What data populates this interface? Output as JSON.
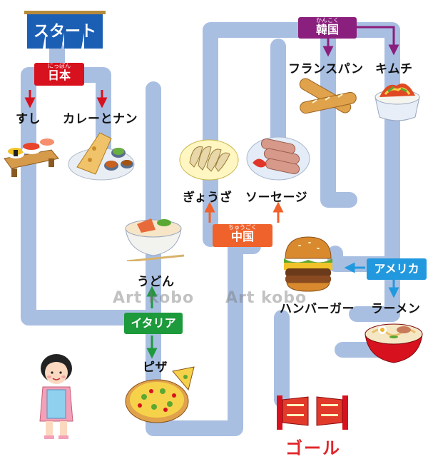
{
  "colors": {
    "path": "#a9bfe2",
    "japan_tag": "#d8111e",
    "korea_tag": "#8a1f7d",
    "china_tag": "#f0622b",
    "italy_tag": "#1d9a3c",
    "america_tag": "#2299de",
    "start_banner": "#1b5fb4",
    "goal_text": "#e0262a"
  },
  "start": {
    "label": "スタート"
  },
  "goal": {
    "label": "ゴール"
  },
  "countries": {
    "japan": {
      "ruby": "にっぽん",
      "name": "日本"
    },
    "korea": {
      "ruby": "かんこく",
      "name": "韓国"
    },
    "china": {
      "ruby": "ちゅうごく",
      "name": "中国"
    },
    "italy": {
      "name": "イタリア"
    },
    "america": {
      "name": "アメリカ"
    }
  },
  "foods": {
    "sushi": "すし",
    "curry": "カレーとナン",
    "gyoza": "ぎょうざ",
    "sausage": "ソーセージ",
    "bread": "フランスパン",
    "kimchi": "キムチ",
    "udon": "うどん",
    "pizza": "ピザ",
    "hamburger": "ハンバーガー",
    "ramen": "ラーメン"
  },
  "watermark": {
    "left": "Art kobo",
    "right": "Art kobo"
  },
  "icons": [
    "noren-banner-icon",
    "sushi-icon",
    "curry-naan-icon",
    "gyoza-icon",
    "sausage-icon",
    "baguette-icon",
    "kimchi-icon",
    "udon-icon",
    "pizza-icon",
    "hamburger-icon",
    "ramen-icon",
    "girl-character-icon",
    "goal-gate-icon"
  ]
}
